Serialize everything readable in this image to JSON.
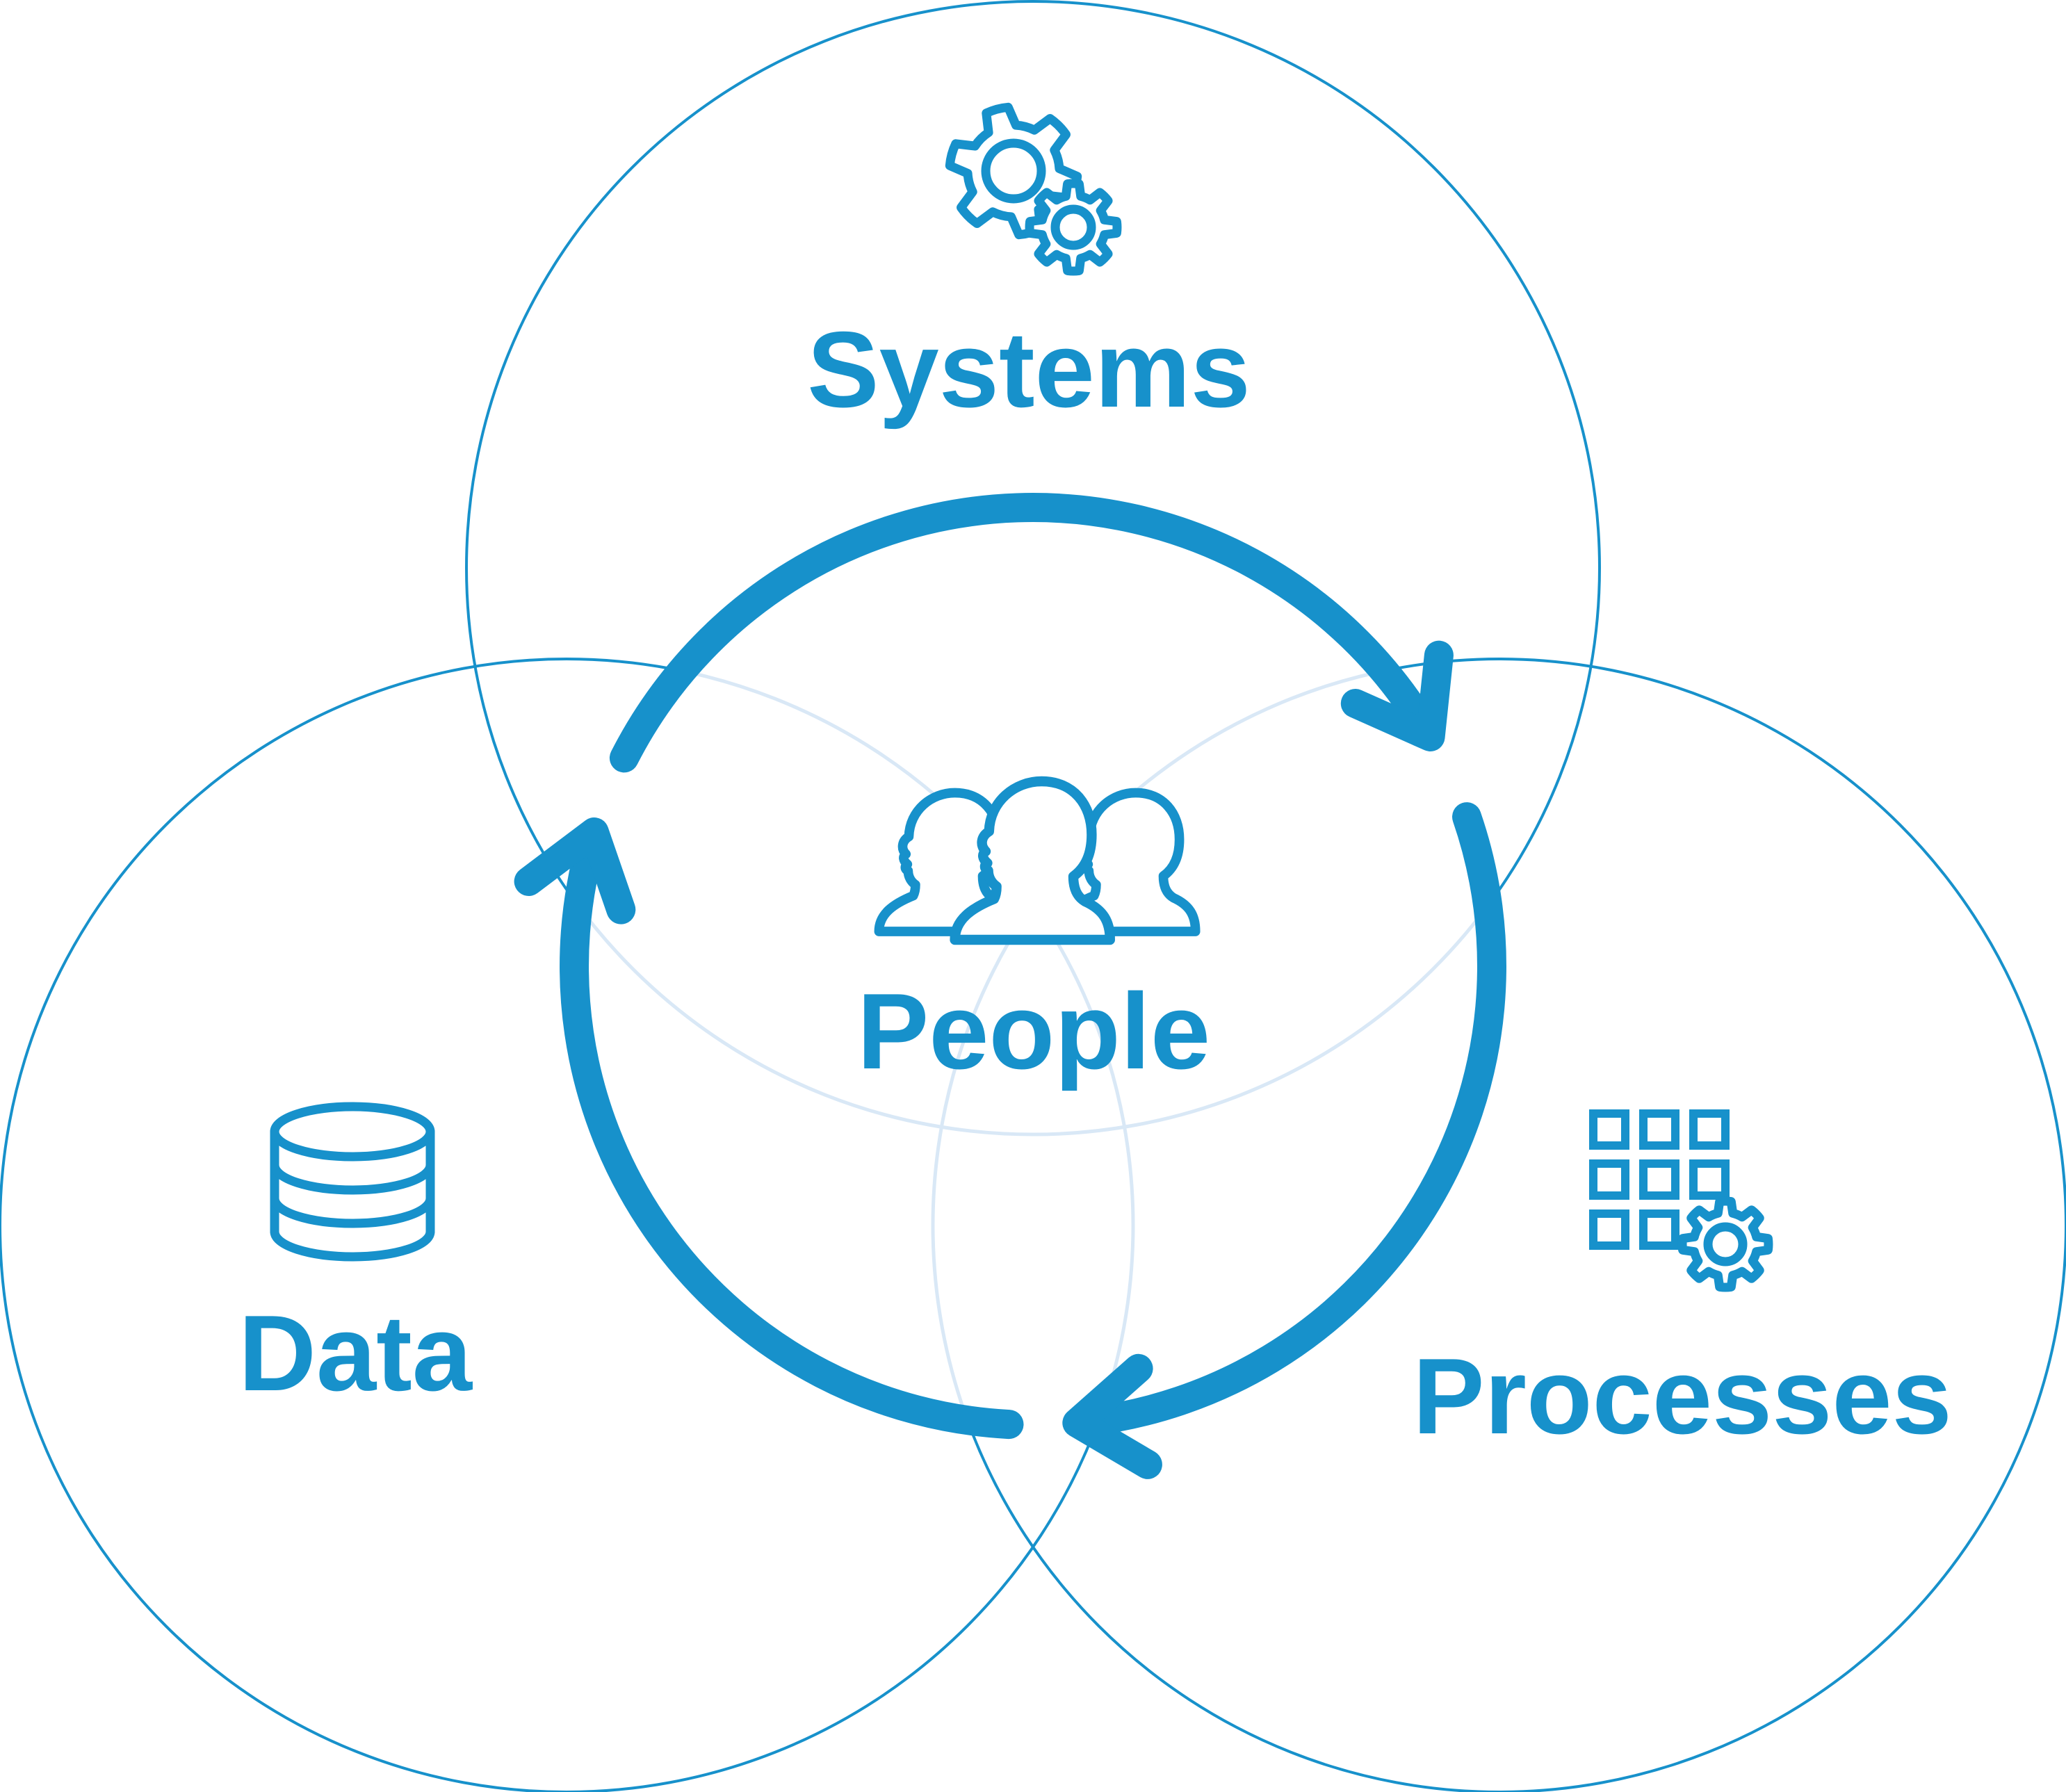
{
  "diagram": {
    "background_color": "#ffffff",
    "accent_color": "#1791cb",
    "light_arc_color": "#d9e8f6",
    "regions": [
      {
        "id": "systems",
        "label": "Systems",
        "icon": "gears-icon",
        "position": "top"
      },
      {
        "id": "data",
        "label": "Data",
        "icon": "database-icon",
        "position": "bottom-left"
      },
      {
        "id": "processes",
        "label": "Processes",
        "icon": "grid-and-gear-icon",
        "position": "bottom-right"
      }
    ],
    "center": {
      "label": "People",
      "icon": "people-icon"
    },
    "cycle_arrow": {
      "icon": "circular-arrows-icon",
      "direction": "clockwise",
      "segments": 3
    }
  }
}
